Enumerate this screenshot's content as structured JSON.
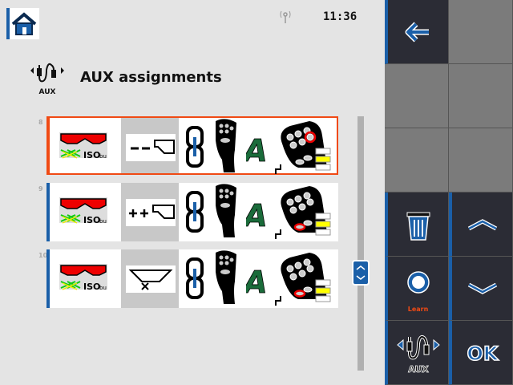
{
  "header": {
    "time": "11:36",
    "title": "AUX assignments",
    "aux_icon_label": "AUX"
  },
  "rows": [
    {
      "number": "8",
      "selected": true,
      "function": "section-off",
      "ctrl_type": "A"
    },
    {
      "number": "9",
      "selected": false,
      "function": "section-on",
      "ctrl_type": "A"
    },
    {
      "number": "10",
      "selected": false,
      "function": "boom-off",
      "ctrl_type": "A"
    }
  ],
  "iso_label": "ISO",
  "iso_sub": "bu",
  "softkeys": {
    "learn_label": "Learn",
    "ok_label": "OK",
    "aux_label": "AUX"
  },
  "colors": {
    "accent": "#1a5fa8",
    "selection": "#f04a14",
    "panel": "#2b2c35"
  }
}
